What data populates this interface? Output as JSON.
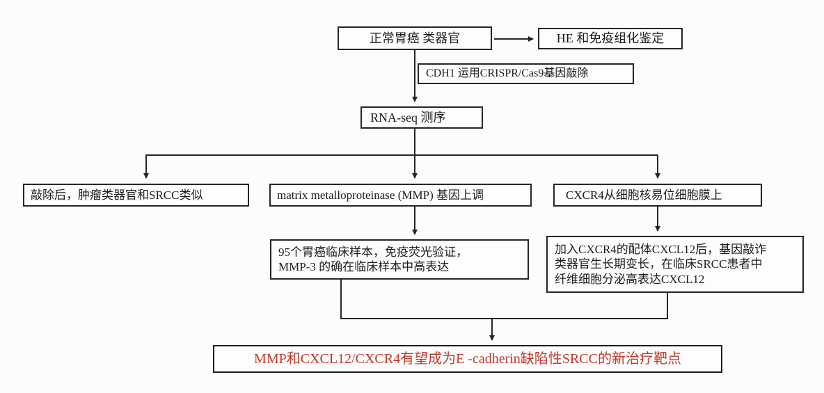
{
  "diagram": {
    "title": "CDH1-knockout gastric organoid SRCC flowchart",
    "colors": {
      "line": "#262626",
      "box_border": "#262626",
      "background": "#fcfcfc",
      "conclusion_text": "#c0392b"
    },
    "nodes": {
      "organoid": {
        "label": "正常胃癌 类器官"
      },
      "he": {
        "label": "HE 和免疫组化鉴定"
      },
      "cdh1": {
        "label": "CDH1  运用CRISPR/Cas9基因敲除"
      },
      "rnaseq": {
        "label": "RNA-seq 测序"
      },
      "knockout": {
        "label": "敲除后，肿瘤类器官和SRCC类似"
      },
      "mmp": {
        "label": "matrix metalloproteinase (MMP) 基因上调"
      },
      "cxcr4": {
        "label": "CXCR4从细胞核易位细胞膜上"
      },
      "samples": {
        "lines": [
          "95个胃癌临床样本，免疫荧光验证，",
          "MMP-3 的确在临床样本中高表达"
        ]
      },
      "cxcl12": {
        "lines": [
          "加入CXCR4的配体CXCL12后，基因敲诈",
          "类器官生长期变长，在临床SRCC患者中",
          "纤维细胞分泌高表达CXCL12"
        ]
      },
      "conclusion": {
        "label": "MMP和CXCL12/CXCR4有望成为E -cadherin缺陷性SRCC的新治疗靶点"
      }
    },
    "edges": [
      "organoid -> he",
      "organoid -> rnaseq (CDH1 CRISPR/Cas9 knockout)",
      "rnaseq -> knockout",
      "rnaseq -> mmp",
      "rnaseq -> cxcr4",
      "mmp -> samples",
      "cxcr4 -> cxcl12",
      "samples + cxcl12 -> conclusion"
    ]
  }
}
